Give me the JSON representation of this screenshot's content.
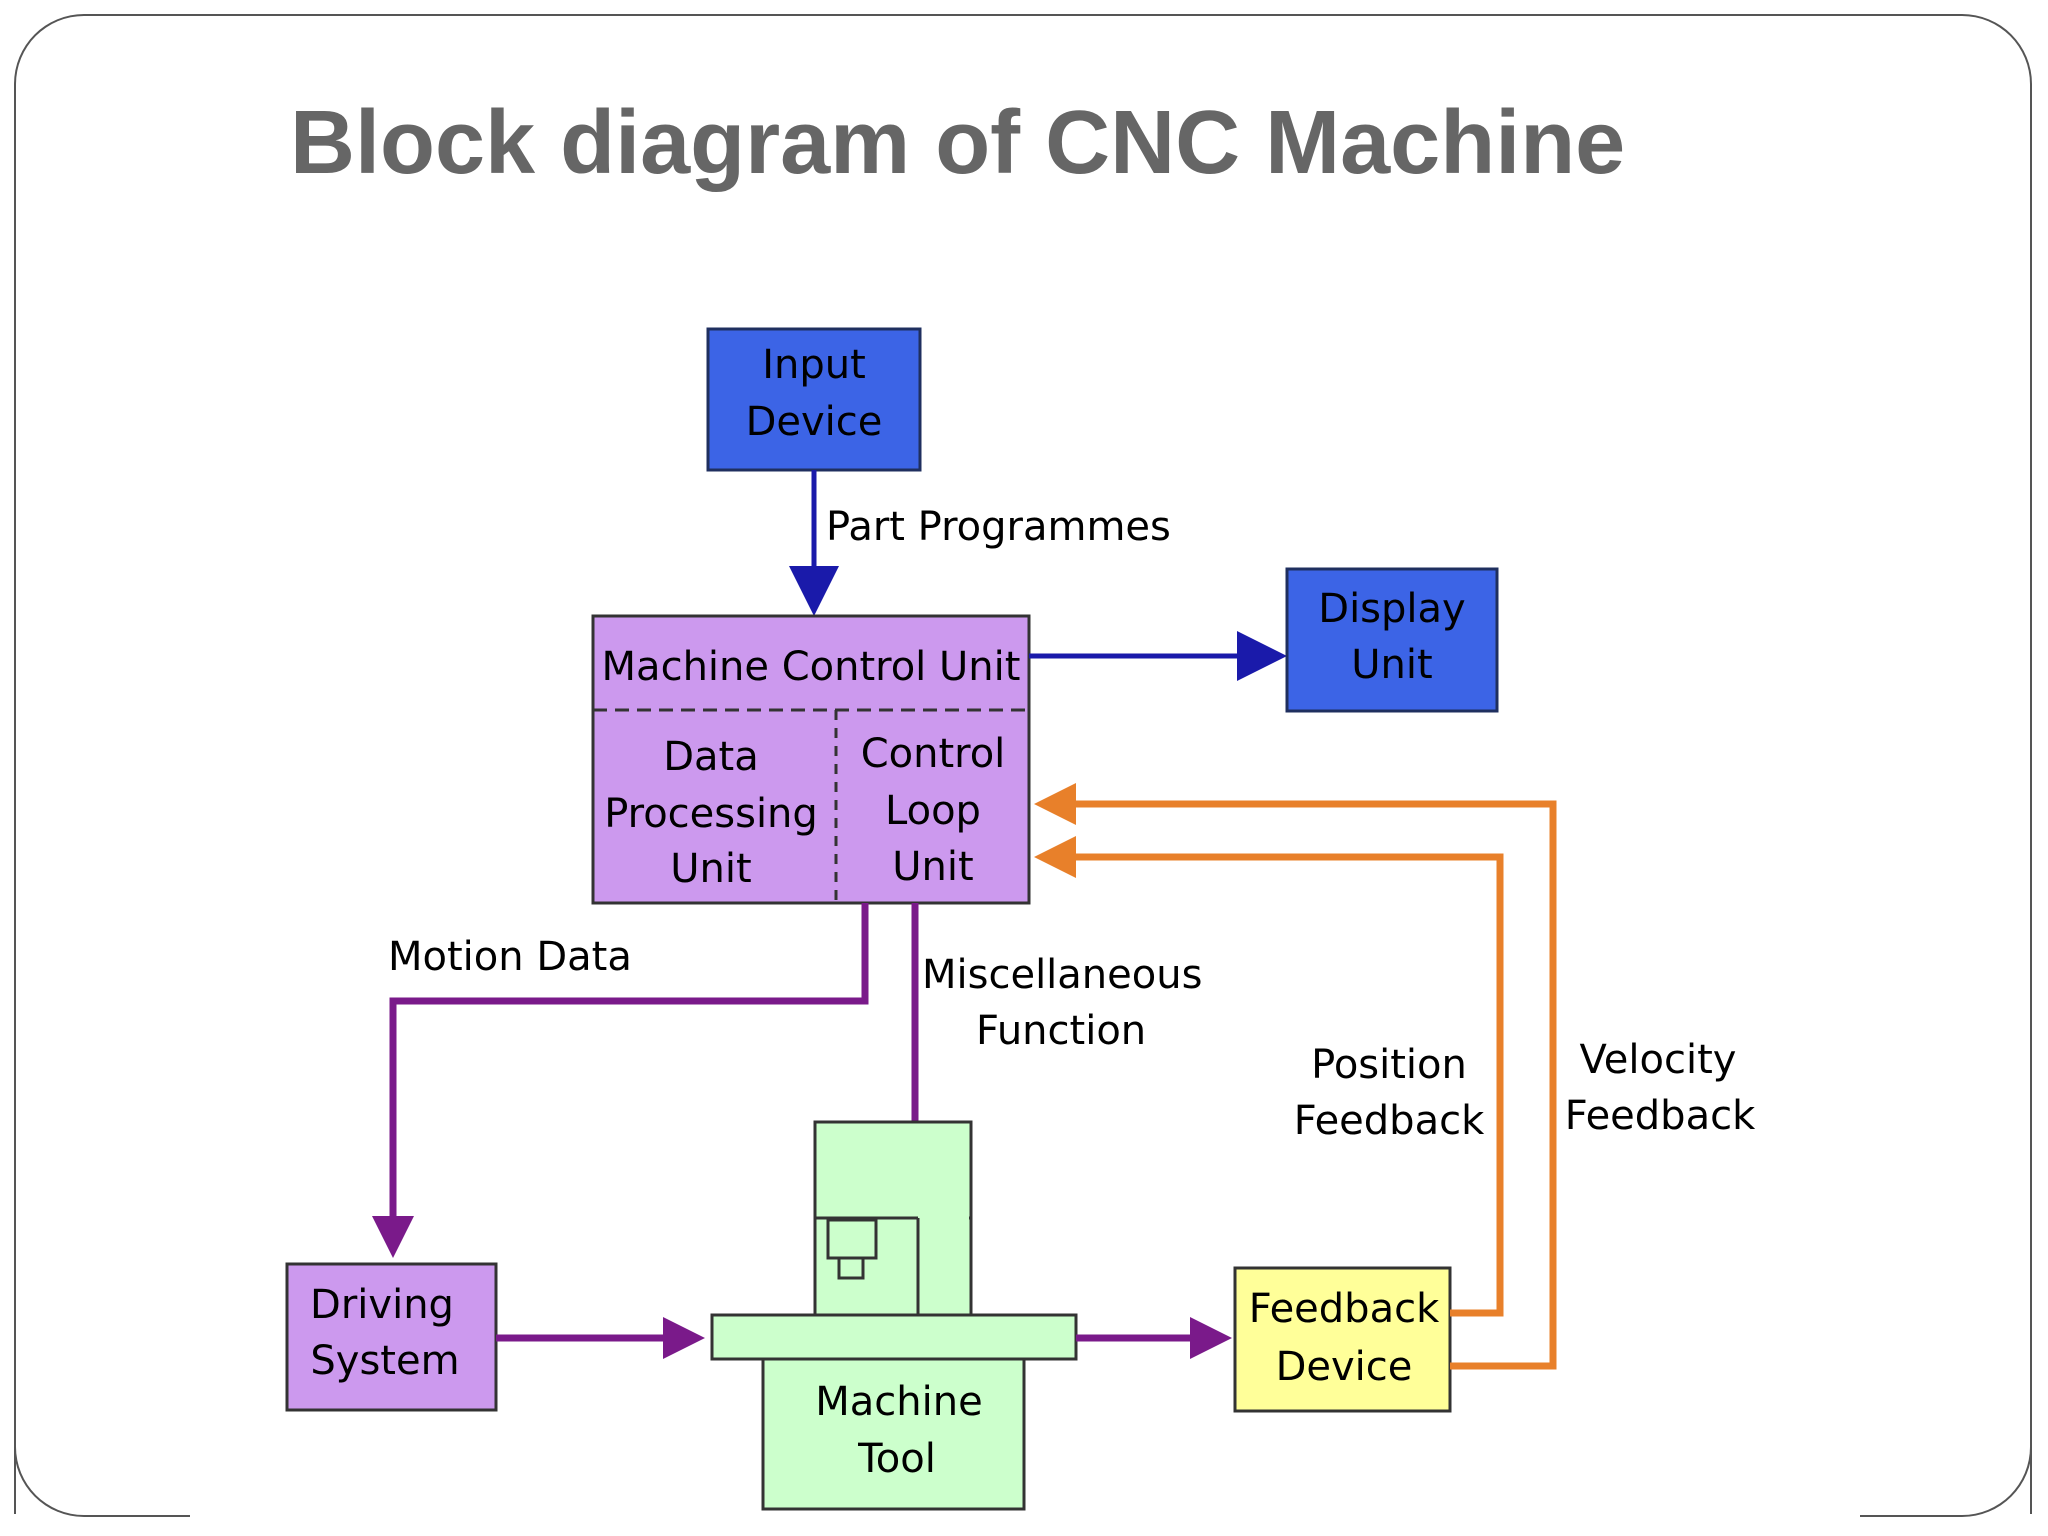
{
  "slide": {
    "title": "Block diagram of CNC Machine"
  },
  "blocks": {
    "input_device": {
      "line1": "Input",
      "line2": "Device",
      "color": "#3c64e6"
    },
    "display_unit": {
      "line1": "Display",
      "line2": "Unit",
      "color": "#3c64e6"
    },
    "machine_control_unit": {
      "header": "Machine Control Unit",
      "color": "#cc99ee",
      "data_processing": {
        "line1": "Data",
        "line2": "Processing",
        "line3": "Unit"
      },
      "control_loop": {
        "line1": "Control",
        "line2": "Loop",
        "line3": "Unit"
      }
    },
    "driving_system": {
      "line1": "Driving",
      "line2": "System",
      "color": "#cc99ee"
    },
    "machine_tool": {
      "line1": "Machine",
      "line2": "Tool",
      "color": "#ccffcc"
    },
    "feedback_device": {
      "line1": "Feedback",
      "line2": "Device",
      "color": "#ffff99"
    }
  },
  "labels": {
    "part_programmes": "Part Programmes",
    "motion_data": "Motion Data",
    "misc_function_line1": "Miscellaneous",
    "misc_function_line2": "Function",
    "position_feedback_line1": "Position",
    "position_feedback_line2": "Feedback",
    "velocity_feedback_line1": "Velocity",
    "velocity_feedback_line2": "Feedback"
  },
  "colors": {
    "blue_arrow": "#1a1aaa",
    "purple_arrow": "#7a1a8a",
    "orange_arrow": "#e8802a",
    "frame": "#555555",
    "title": "#666666"
  }
}
